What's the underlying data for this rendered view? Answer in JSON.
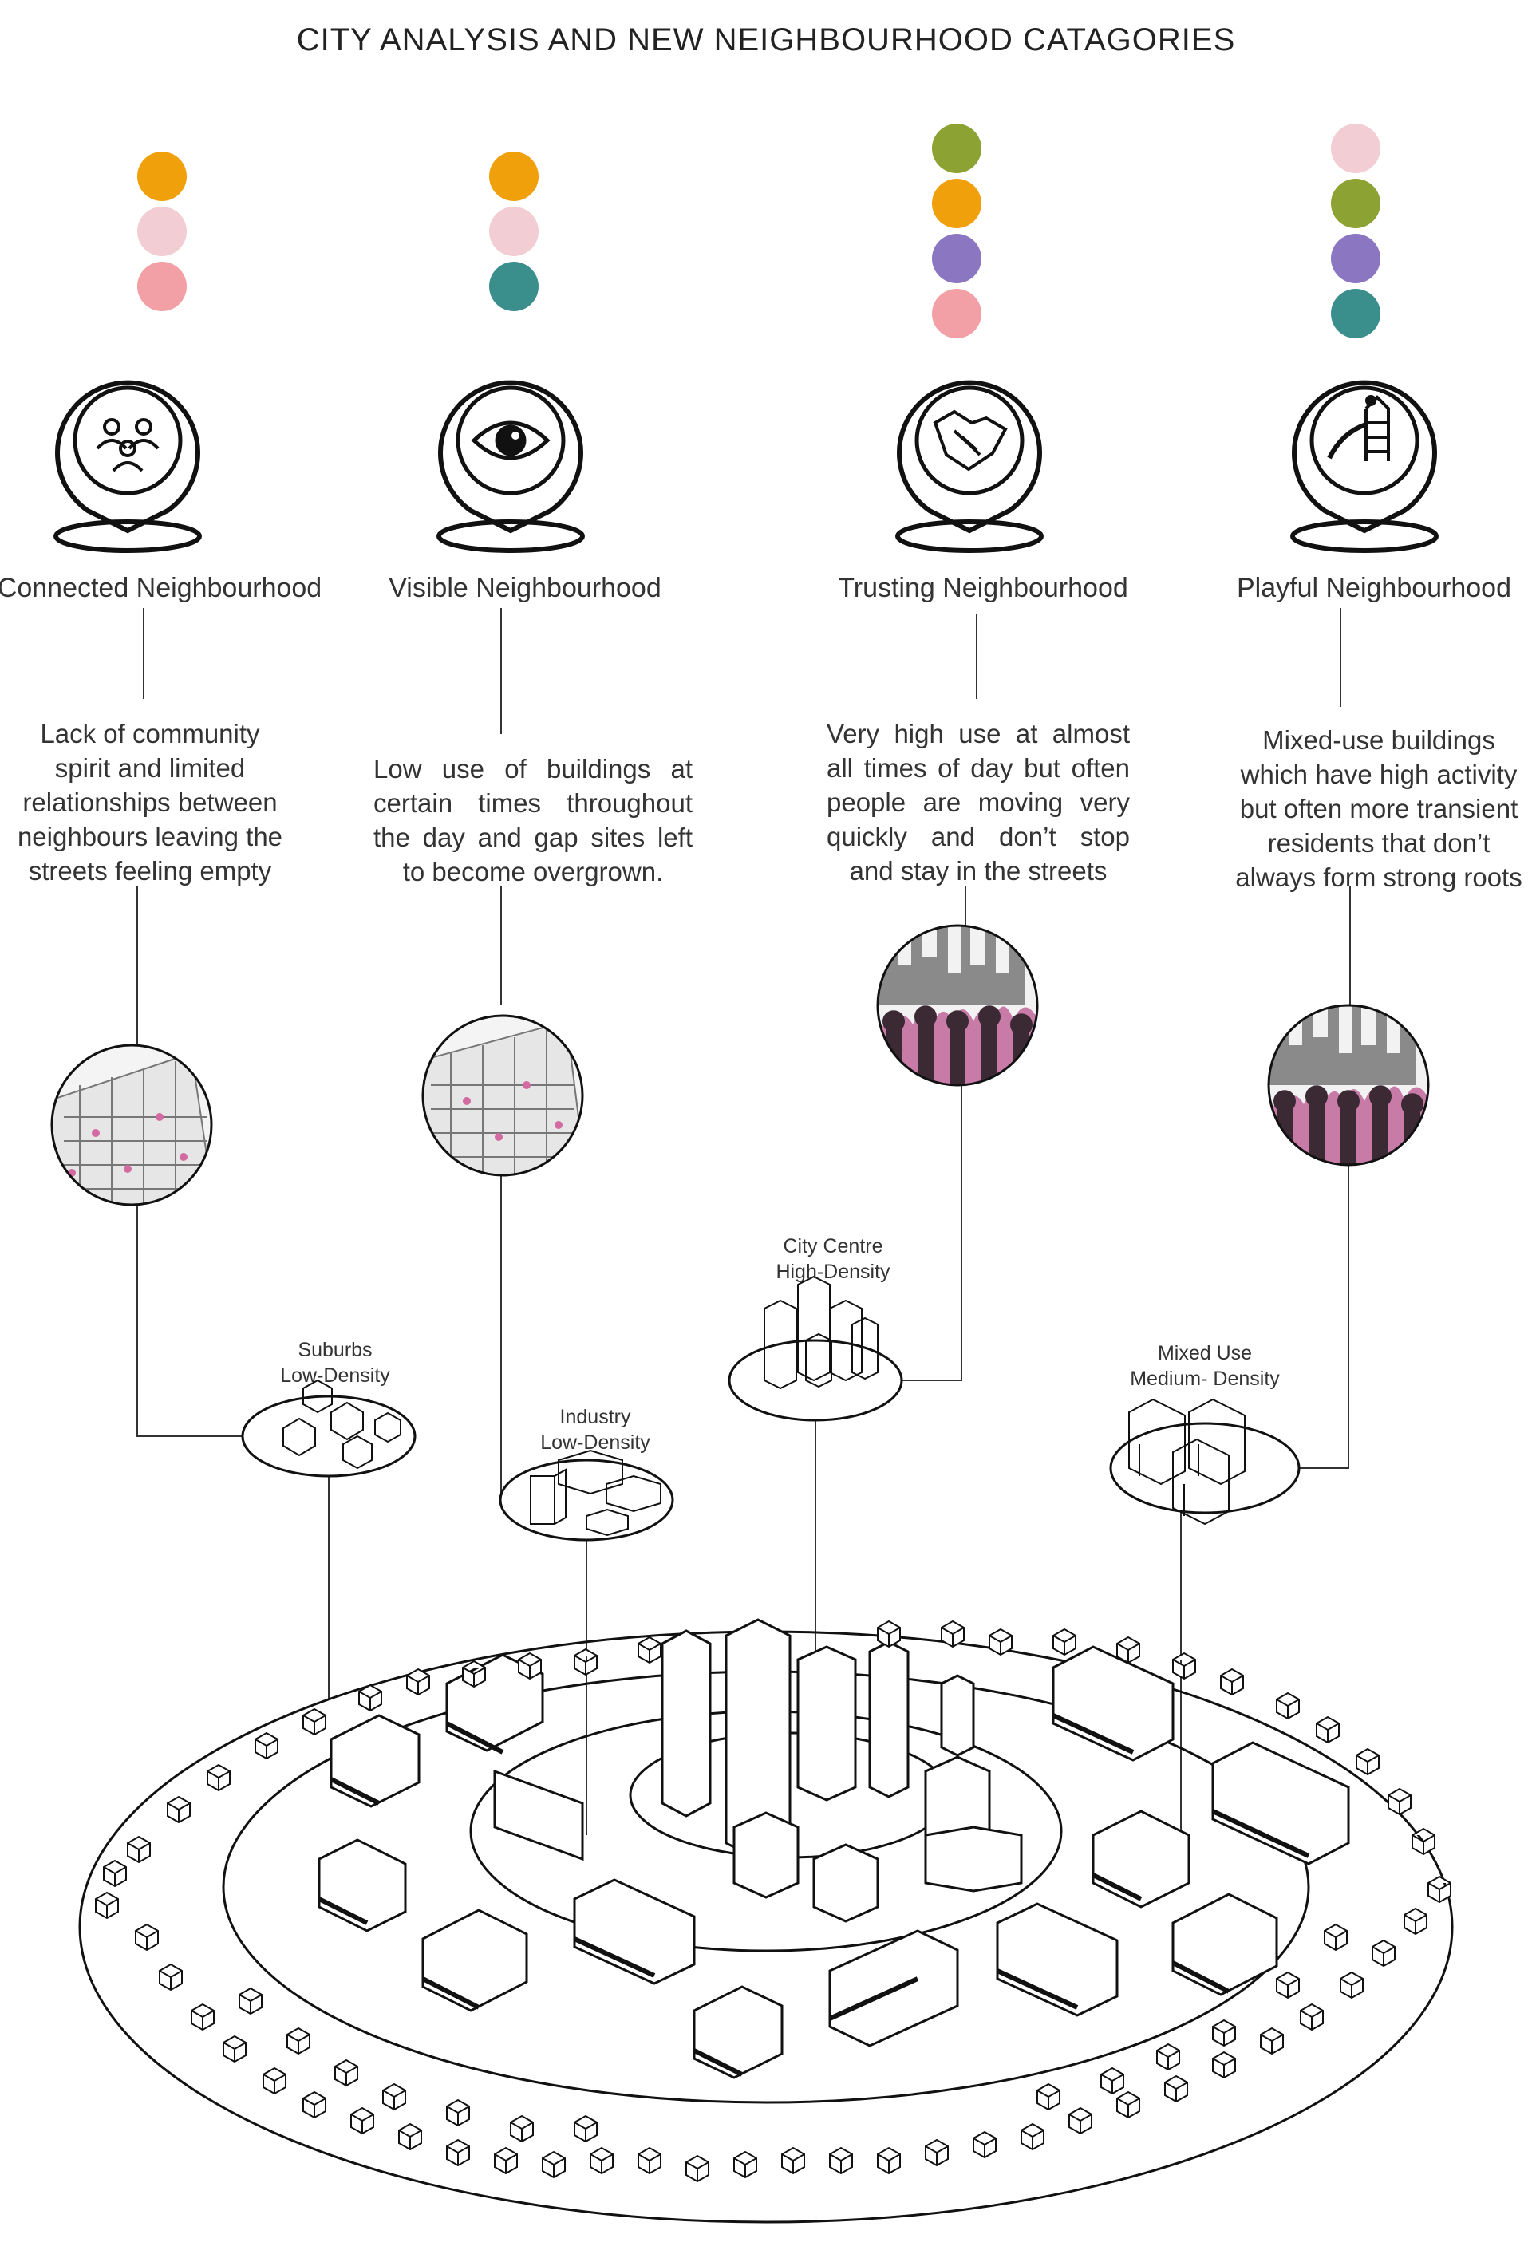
{
  "title": "CITY ANALYSIS AND NEW NEIGHBOURHOOD CATAGORIES",
  "colors": {
    "orange": "#F0A00A",
    "light_pink": "#F2CDD3",
    "pink": "#F2A0A5",
    "teal": "#3A8F8C",
    "olive": "#8CA232",
    "purple": "#8B76C2",
    "line": "#222222"
  },
  "categories": [
    {
      "name": "Connected Neighbourhood",
      "icon": "people-network-icon",
      "dots": [
        "orange",
        "light_pink",
        "pink"
      ],
      "description": "Lack of community spirit and limited relationships between neighbours leaving the streets feeling empty",
      "image": "building-facade-sketch"
    },
    {
      "name": "Visible Neighbourhood",
      "icon": "eye-icon",
      "dots": [
        "orange",
        "light_pink",
        "teal"
      ],
      "description": "Low use of buildings at certain times throughout the day and gap sites left to become overgrown.",
      "image": "building-facade-sketch"
    },
    {
      "name": "Trusting Neighbourhood",
      "icon": "handshake-icon",
      "dots": [
        "olive",
        "orange",
        "purple",
        "pink"
      ],
      "description": "Very high use at almost all times of day but often people are moving very quickly and don’t stop and stay in the streets",
      "image": "crowd-skyline-collage"
    },
    {
      "name": "Playful Neighbourhood",
      "icon": "playground-slide-icon",
      "dots": [
        "light_pink",
        "olive",
        "purple",
        "teal"
      ],
      "description": "Mixed-use buildings which have high activity but often more transient residents that don’t always form strong roots",
      "image": "crowd-skyline-collage"
    }
  ],
  "zones": [
    {
      "line1": "Suburbs",
      "line2": "Low-Density"
    },
    {
      "line1": "Industry",
      "line2": "Low-Density"
    },
    {
      "line1": "City Centre",
      "line2": "High-Density"
    },
    {
      "line1": "Mixed Use",
      "line2": "Medium- Density"
    }
  ]
}
